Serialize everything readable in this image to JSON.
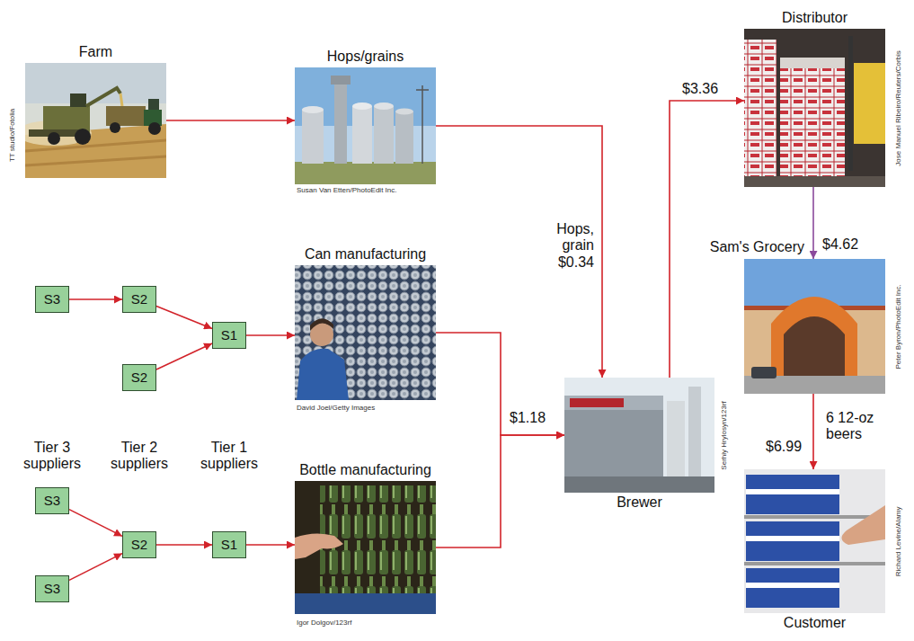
{
  "diagram": {
    "nodes": [
      {
        "text": [
          "Farm"
        ]
      },
      {
        "text": [
          "Hops/grains"
        ]
      },
      {
        "text": [
          "Distributor"
        ]
      },
      {
        "text": [
          "S3"
        ]
      },
      {
        "text": [
          "S2"
        ]
      },
      {
        "text": [
          "S1"
        ]
      },
      {
        "text": [
          "Can manufacturing"
        ]
      },
      {
        "text": [
          "S2"
        ]
      },
      {
        "text": [
          "Sam's Grocery"
        ]
      },
      {
        "text": [
          "Brewer"
        ]
      },
      {
        "text": [
          "S3"
        ]
      },
      {
        "text": [
          "S2"
        ]
      },
      {
        "text": [
          "S1"
        ]
      },
      {
        "text": [
          "Bottle manufacturing"
        ]
      },
      {
        "text": [
          "S3"
        ]
      },
      {
        "text": [
          "Customer"
        ]
      }
    ],
    "edges": [
      {
        "from": 0,
        "to": 1,
        "arrow": "to"
      },
      {
        "from": 1,
        "to": 9,
        "label": "Hops, grain $0.34",
        "arrow": "to"
      },
      {
        "from": 6,
        "to": 9,
        "label": "$1.18",
        "arrow": "to"
      },
      {
        "from": 13,
        "to": 9,
        "arrow": "to"
      },
      {
        "from": 9,
        "to": 2,
        "label": "$3.36",
        "arrow": "to"
      },
      {
        "from": 2,
        "to": 8,
        "label": "$4.62",
        "arrow": "to"
      },
      {
        "from": 8,
        "to": 15,
        "label": "6 12-oz beers",
        "arrow": "to"
      },
      {
        "from": 3,
        "to": 4,
        "arrow": "to"
      },
      {
        "from": 4,
        "to": 5,
        "arrow": "to"
      },
      {
        "from": 7,
        "to": 5,
        "arrow": "to"
      },
      {
        "from": 5,
        "to": 6,
        "arrow": "to"
      },
      {
        "from": 10,
        "to": 11,
        "arrow": "to"
      },
      {
        "from": 14,
        "to": 11,
        "arrow": "to"
      },
      {
        "from": 11,
        "to": 12,
        "arrow": "to"
      },
      {
        "from": 12,
        "to": 13,
        "arrow": "to"
      }
    ],
    "labels": [
      "TT studio/Fotolia",
      "Susan Van Etten/PhotoEdit Inc.",
      "Tier 3 suppliers",
      "Tier 2 suppliers",
      "Tier 1 suppliers",
      "David Joel/Getty Images",
      "Igor Dolgov/123rf",
      "Serhiy Hrylosyn/123rf",
      "Jose Manuel Ribeiro/Reuters/Corbis",
      "Peter Byron/PhotoEdit Inc.",
      "$6.99",
      "Richard Levine/Alamy"
    ]
  }
}
